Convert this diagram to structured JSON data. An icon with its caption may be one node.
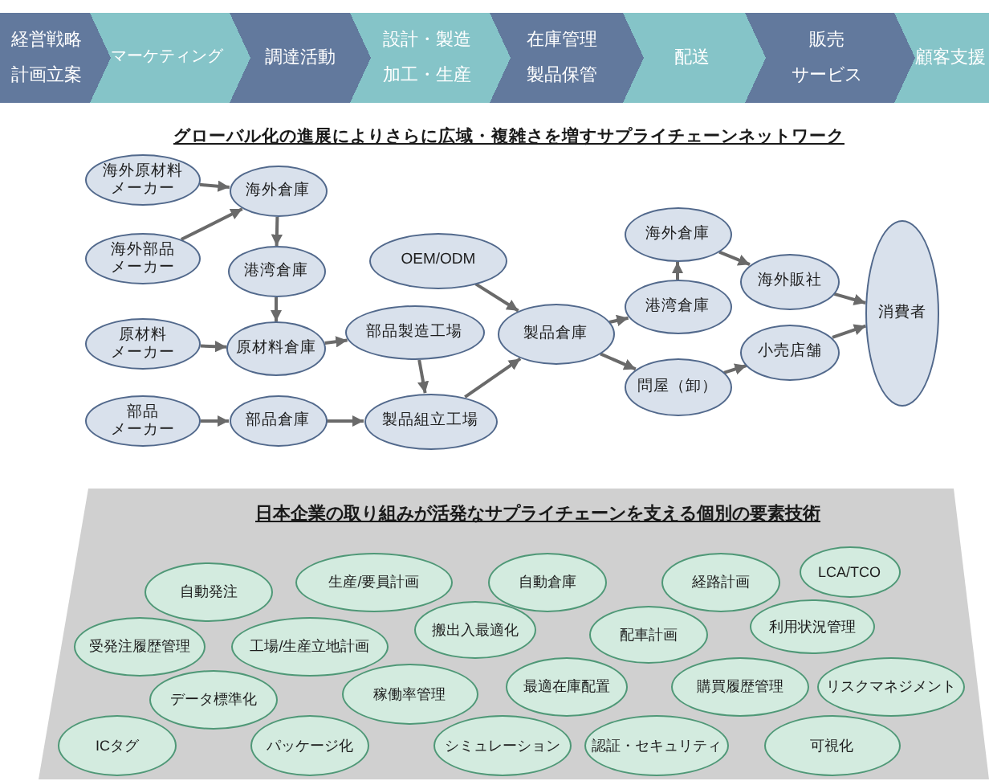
{
  "diagram": {
    "nodes": [
      {
        "text": [
          "経営戦略",
          "計画立案"
        ]
      },
      {
        "text": [
          "マーケティング"
        ]
      },
      {
        "text": [
          "調達活動"
        ]
      },
      {
        "text": [
          "設計・製造",
          "加工・生産"
        ]
      },
      {
        "text": [
          "在庫管理",
          "製品保管"
        ]
      },
      {
        "text": [
          "配送"
        ]
      },
      {
        "text": [
          "販売",
          "サービス"
        ]
      },
      {
        "text": [
          "顧客支援"
        ]
      },
      {
        "text": [
          "海外原材料メーカー"
        ]
      },
      {
        "text": [
          "海外倉庫"
        ]
      },
      {
        "text": [
          "海外部品メーカー"
        ]
      },
      {
        "text": [
          "港湾倉庫"
        ]
      },
      {
        "text": [
          "OEM/ODM"
        ]
      },
      {
        "text": [
          "原材料メーカー"
        ]
      },
      {
        "text": [
          "原材料倉庫"
        ]
      },
      {
        "text": [
          "部品製造工場"
        ]
      },
      {
        "text": [
          "部品メーカー"
        ]
      },
      {
        "text": [
          "部品倉庫"
        ]
      },
      {
        "text": [
          "製品組立工場"
        ]
      },
      {
        "text": [
          "製品倉庫"
        ]
      },
      {
        "text": [
          "海外倉庫"
        ]
      },
      {
        "text": [
          "港湾倉庫"
        ]
      },
      {
        "text": [
          "問屋（卸）"
        ]
      },
      {
        "text": [
          "海外販社"
        ]
      },
      {
        "text": [
          "小売店舗"
        ]
      },
      {
        "text": [
          "消費者"
        ]
      },
      {
        "text": [
          "日本企業の取り組みが活発なサプライチェーンを支える個別の要素技術"
        ]
      },
      {
        "text": [
          "自動発注"
        ],
        "in": 26
      },
      {
        "text": [
          "生産/要員計画"
        ],
        "in": 26
      },
      {
        "text": [
          "自動倉庫"
        ],
        "in": 26
      },
      {
        "text": [
          "経路計画"
        ],
        "in": 26
      },
      {
        "text": [
          "LCA/TCO"
        ],
        "in": 26
      },
      {
        "text": [
          "受発注履歴管理"
        ],
        "in": 26
      },
      {
        "text": [
          "工場/生産立地計画"
        ],
        "in": 26
      },
      {
        "text": [
          "搬出入最適化"
        ],
        "in": 26
      },
      {
        "text": [
          "配車計画"
        ],
        "in": 26
      },
      {
        "text": [
          "利用状況管理"
        ],
        "in": 26
      },
      {
        "text": [
          "データ標準化"
        ],
        "in": 26
      },
      {
        "text": [
          "稼働率管理"
        ],
        "in": 26
      },
      {
        "text": [
          "最適在庫配置"
        ],
        "in": 26
      },
      {
        "text": [
          "購買履歴管理"
        ],
        "in": 26
      },
      {
        "text": [
          "リスクマネジメント"
        ],
        "in": 26
      },
      {
        "text": [
          "ICタグ"
        ],
        "in": 26
      },
      {
        "text": [
          "パッケージ化"
        ],
        "in": 26
      },
      {
        "text": [
          "シミュレーション"
        ],
        "in": 26
      },
      {
        "text": [
          "認証・セキュリティ"
        ],
        "in": 26
      },
      {
        "text": [
          "可視化"
        ],
        "in": 26
      }
    ],
    "edges": [
      {
        "from": 8,
        "to": 9,
        "arrow": "to"
      },
      {
        "from": 10,
        "to": 9,
        "arrow": "to"
      },
      {
        "from": 9,
        "to": 11,
        "arrow": "to"
      },
      {
        "from": 11,
        "to": 14,
        "arrow": "to"
      },
      {
        "from": 13,
        "to": 14,
        "arrow": "to"
      },
      {
        "from": 14,
        "to": 15,
        "arrow": "to"
      },
      {
        "from": 15,
        "to": 18,
        "arrow": "to"
      },
      {
        "from": 16,
        "to": 17,
        "arrow": "to"
      },
      {
        "from": 17,
        "to": 18,
        "arrow": "to"
      },
      {
        "from": 12,
        "to": 19,
        "arrow": "to"
      },
      {
        "from": 18,
        "to": 19,
        "arrow": "to"
      },
      {
        "from": 19,
        "to": 21,
        "arrow": "to"
      },
      {
        "from": 19,
        "to": 22,
        "arrow": "to"
      },
      {
        "from": 21,
        "to": 20,
        "arrow": "to"
      },
      {
        "from": 20,
        "to": 23,
        "arrow": "to"
      },
      {
        "from": 22,
        "to": 24,
        "arrow": "to"
      },
      {
        "from": 23,
        "to": 25,
        "arrow": "to"
      },
      {
        "from": 24,
        "to": 25,
        "arrow": "to"
      }
    ],
    "labels": [
      "グローバル化の進展によりさらに広域・複雑さを増すサプライチェーンネットワーク"
    ]
  }
}
